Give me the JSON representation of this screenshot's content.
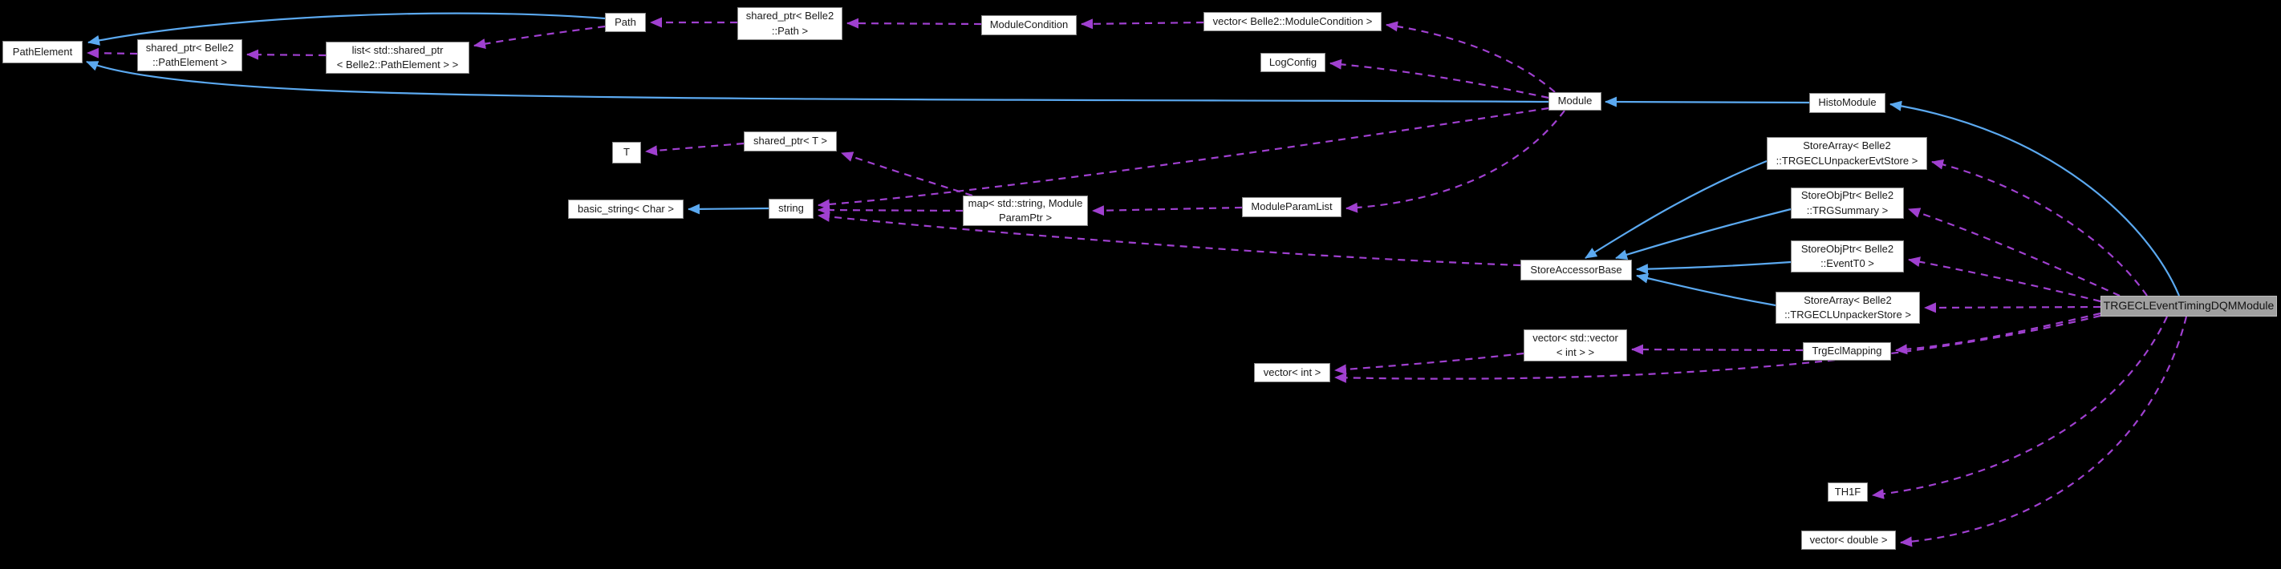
{
  "diagram": {
    "kind": "collaboration-graph",
    "main_class": "TRGECLEventTimingDQMModule",
    "colors": {
      "background": "#000000",
      "inheritance_edge": "#5ba9f0",
      "usage_edge": "#a040d0",
      "node_fill": "#ffffff",
      "node_border": "#8a8a8a",
      "main_node_fill": "#a0a0a0",
      "main_node_border": "#bdbdbd",
      "text": "#1a1a1a"
    }
  },
  "nodes": {
    "pathelement": {
      "label": "PathElement"
    },
    "shared_ptr_pathelement": {
      "label": "shared_ptr< Belle2\n::PathElement >"
    },
    "list_shared_ptr": {
      "label": "list< std::shared_ptr\n< Belle2::PathElement > >"
    },
    "path": {
      "label": "Path"
    },
    "shared_ptr_path": {
      "label": "shared_ptr< Belle2\n::Path >"
    },
    "modulecondition": {
      "label": "ModuleCondition"
    },
    "vector_modulecondition": {
      "label": "vector< Belle2::ModuleCondition >"
    },
    "logconfig": {
      "label": "LogConfig"
    },
    "module": {
      "label": "Module"
    },
    "histomodule": {
      "label": "HistoModule"
    },
    "t": {
      "label": "T"
    },
    "shared_ptr_t": {
      "label": "shared_ptr< T >"
    },
    "basic_string": {
      "label": "basic_string< Char >"
    },
    "string": {
      "label": "string"
    },
    "map_moduleparamptr": {
      "label": "map< std::string, Module\nParamPtr >"
    },
    "moduleparamlist": {
      "label": "ModuleParamList"
    },
    "storeaccessorbase": {
      "label": "StoreAccessorBase"
    },
    "storearray_evtstore": {
      "label": "StoreArray< Belle2\n::TRGECLUnpackerEvtStore >"
    },
    "storeobjptr_trgsummary": {
      "label": "StoreObjPtr< Belle2\n::TRGSummary >"
    },
    "storeobjptr_eventt0": {
      "label": "StoreObjPtr< Belle2\n::EventT0 >"
    },
    "storearray_unpackerstore": {
      "label": "StoreArray< Belle2\n::TRGECLUnpackerStore >"
    },
    "main": {
      "label": "TRGECLEventTimingDQMModule"
    },
    "vector_vector_int": {
      "label": "vector< std::vector\n< int > >"
    },
    "trgeclmapping": {
      "label": "TrgEclMapping"
    },
    "vector_int": {
      "label": "vector< int >"
    },
    "th1f": {
      "label": "TH1F"
    },
    "vector_double": {
      "label": "vector< double >"
    }
  },
  "edges": [
    {
      "from": "Path",
      "to": "PathElement",
      "type": "inheritance"
    },
    {
      "from": "Module",
      "to": "PathElement",
      "type": "inheritance"
    },
    {
      "from": "HistoModule",
      "to": "Module",
      "type": "inheritance"
    },
    {
      "from": "TRGECLEventTimingDQMModule",
      "to": "HistoModule",
      "type": "inheritance"
    },
    {
      "from": "string",
      "to": "basic_string< Char >",
      "type": "inheritance"
    },
    {
      "from": "StoreArray< Belle2::TRGECLUnpackerEvtStore >",
      "to": "StoreAccessorBase",
      "type": "inheritance"
    },
    {
      "from": "StoreObjPtr< Belle2::TRGSummary >",
      "to": "StoreAccessorBase",
      "type": "inheritance"
    },
    {
      "from": "StoreObjPtr< Belle2::EventT0 >",
      "to": "StoreAccessorBase",
      "type": "inheritance"
    },
    {
      "from": "StoreArray< Belle2::TRGECLUnpackerStore >",
      "to": "StoreAccessorBase",
      "type": "inheritance"
    },
    {
      "from": "shared_ptr< Belle2::PathElement >",
      "to": "PathElement",
      "type": "usage"
    },
    {
      "from": "list< std::shared_ptr< Belle2::PathElement > >",
      "to": "shared_ptr< Belle2::PathElement >",
      "type": "usage"
    },
    {
      "from": "Path",
      "to": "list< std::shared_ptr< Belle2::PathElement > >",
      "type": "usage"
    },
    {
      "from": "shared_ptr< Belle2::Path >",
      "to": "Path",
      "type": "usage"
    },
    {
      "from": "ModuleCondition",
      "to": "shared_ptr< Belle2::Path >",
      "type": "usage"
    },
    {
      "from": "vector< Belle2::ModuleCondition >",
      "to": "ModuleCondition",
      "type": "usage"
    },
    {
      "from": "Module",
      "to": "vector< Belle2::ModuleCondition >",
      "type": "usage"
    },
    {
      "from": "Module",
      "to": "LogConfig",
      "type": "usage"
    },
    {
      "from": "Module",
      "to": "string",
      "type": "usage"
    },
    {
      "from": "map< std::string, ModuleParamPtr >",
      "to": "string",
      "type": "usage"
    },
    {
      "from": "StoreAccessorBase",
      "to": "string",
      "type": "usage"
    },
    {
      "from": "map< std::string, ModuleParamPtr >",
      "to": "shared_ptr< T >",
      "type": "usage"
    },
    {
      "from": "shared_ptr< T >",
      "to": "T",
      "type": "usage"
    },
    {
      "from": "ModuleParamList",
      "to": "map< std::string, ModuleParamPtr >",
      "type": "usage"
    },
    {
      "from": "Module",
      "to": "ModuleParamList",
      "type": "usage"
    },
    {
      "from": "TRGECLEventTimingDQMModule",
      "to": "StoreArray< Belle2::TRGECLUnpackerEvtStore >",
      "type": "usage"
    },
    {
      "from": "TRGECLEventTimingDQMModule",
      "to": "StoreObjPtr< Belle2::TRGSummary >",
      "type": "usage"
    },
    {
      "from": "TRGECLEventTimingDQMModule",
      "to": "StoreObjPtr< Belle2::EventT0 >",
      "type": "usage"
    },
    {
      "from": "TRGECLEventTimingDQMModule",
      "to": "StoreArray< Belle2::TRGECLUnpackerStore >",
      "type": "usage"
    },
    {
      "from": "TRGECLEventTimingDQMModule",
      "to": "TrgEclMapping",
      "type": "usage"
    },
    {
      "from": "TrgEclMapping",
      "to": "vector< std::vector< int > >",
      "type": "usage"
    },
    {
      "from": "vector< std::vector< int > >",
      "to": "vector< int >",
      "type": "usage"
    },
    {
      "from": "TRGECLEventTimingDQMModule",
      "to": "vector< int >",
      "type": "usage"
    },
    {
      "from": "TRGECLEventTimingDQMModule",
      "to": "TH1F",
      "type": "usage"
    },
    {
      "from": "TRGECLEventTimingDQMModule",
      "to": "vector< double >",
      "type": "usage"
    }
  ]
}
